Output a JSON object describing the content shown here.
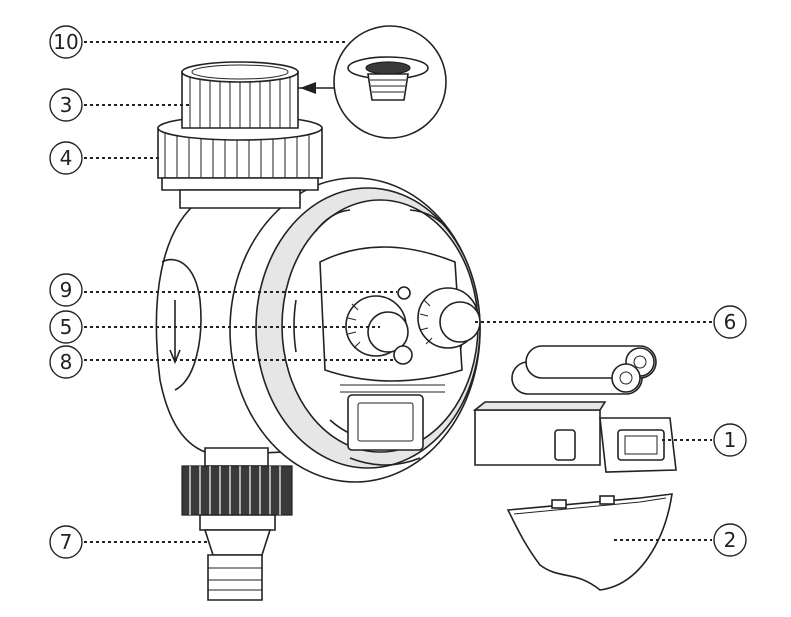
{
  "callouts": [
    {
      "id": "10",
      "label": "10"
    },
    {
      "id": "3",
      "label": "3"
    },
    {
      "id": "4",
      "label": "4"
    },
    {
      "id": "9",
      "label": "9"
    },
    {
      "id": "5",
      "label": "5"
    },
    {
      "id": "8",
      "label": "8"
    },
    {
      "id": "7",
      "label": "7"
    },
    {
      "id": "6",
      "label": "6"
    },
    {
      "id": "1",
      "label": "1"
    },
    {
      "id": "2",
      "label": "2"
    }
  ]
}
